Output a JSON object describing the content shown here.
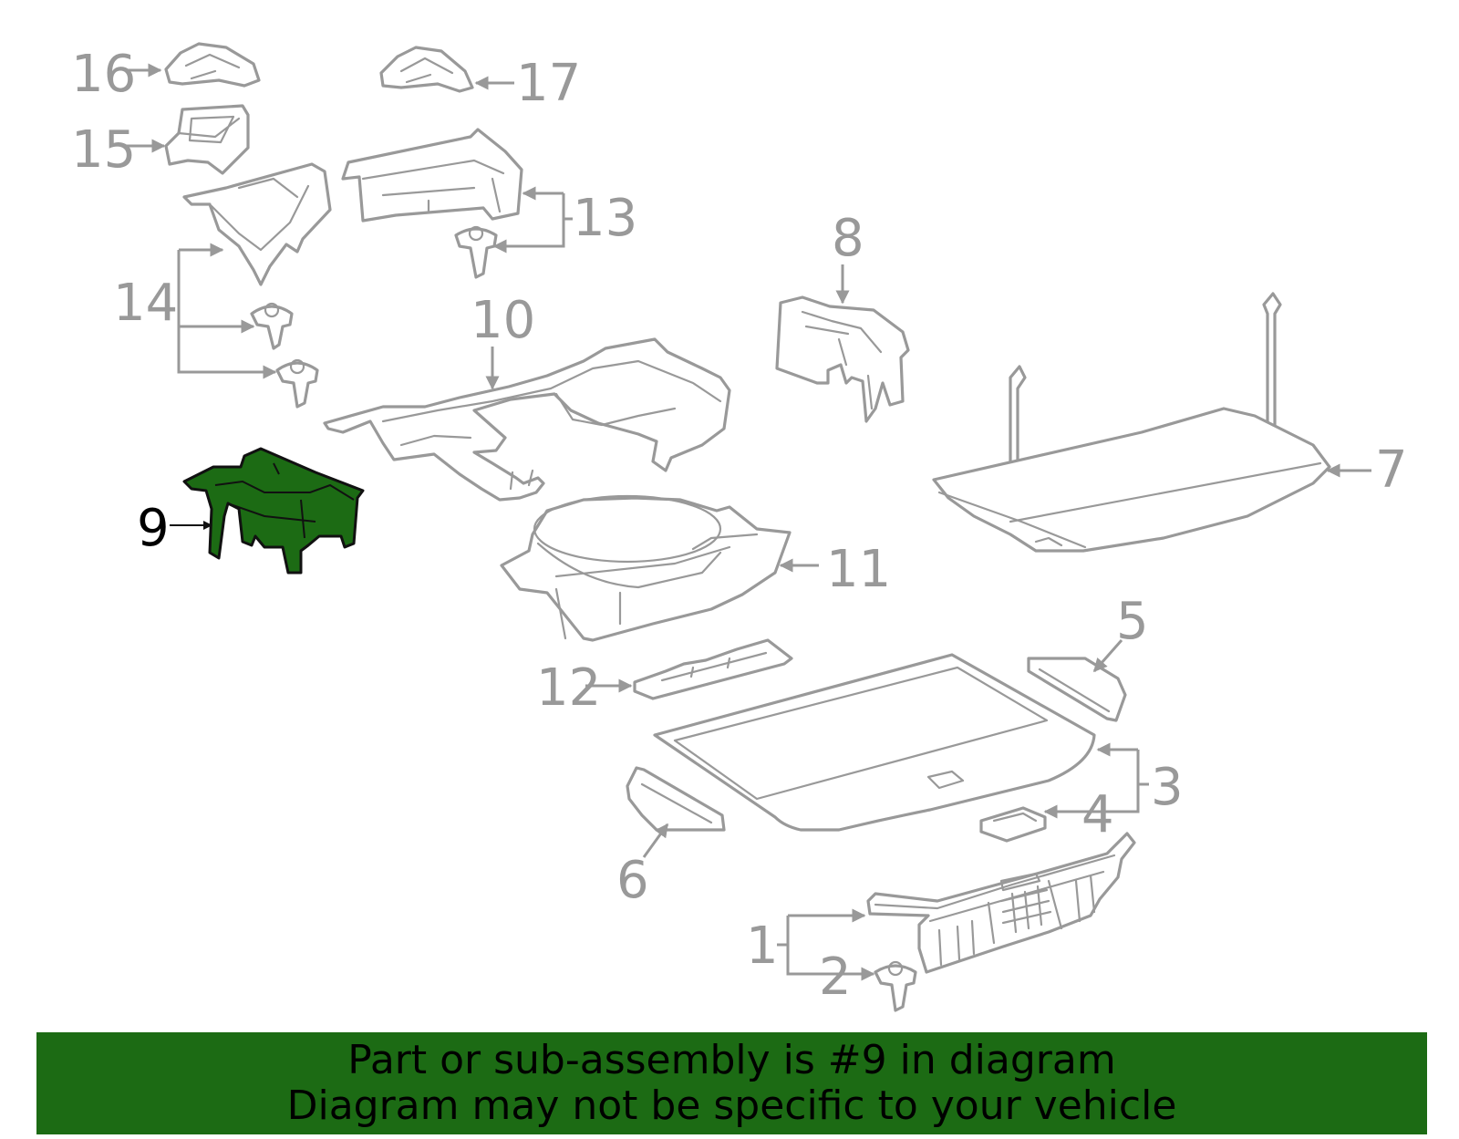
{
  "colors": {
    "highlight": "#1c6b14",
    "line": "#999999",
    "banner_bg": "#1c6b14",
    "banner_text": "#000000"
  },
  "callouts": {
    "n1": "1",
    "n2": "2",
    "n3": "3",
    "n4": "4",
    "n5": "5",
    "n6": "6",
    "n7": "7",
    "n8": "8",
    "n9": "9",
    "n10": "10",
    "n11": "11",
    "n12": "12",
    "n13": "13",
    "n14": "14",
    "n15": "15",
    "n16": "16",
    "n17": "17"
  },
  "highlighted_part": "9",
  "banner": {
    "line1": "Part or sub-assembly is #9 in diagram",
    "line2": "Diagram may not be specific to your vehicle"
  }
}
